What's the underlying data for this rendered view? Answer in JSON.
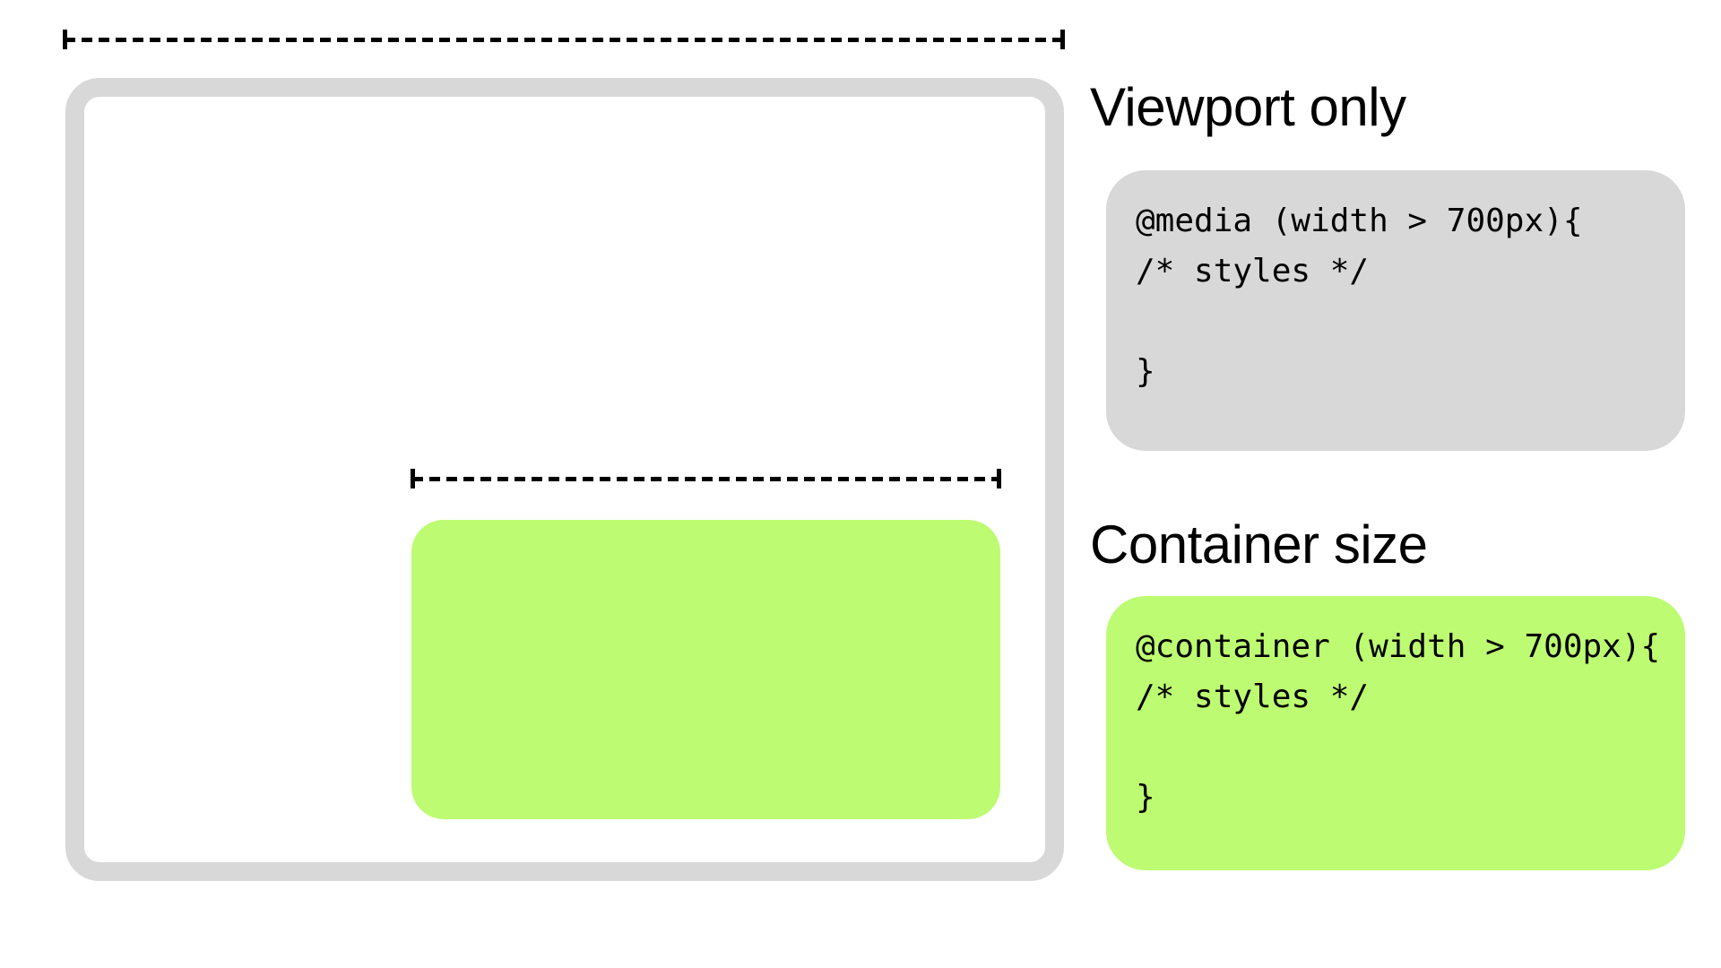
{
  "colors": {
    "background": "#ffffff",
    "gray": "#d8d8d8",
    "green": "#bdfc72",
    "text": "#000000"
  },
  "viewport_panel": {
    "heading": "Viewport only",
    "code_lines": [
      "@media (width > 700px){",
      "/* styles */",
      "",
      "}"
    ]
  },
  "container_panel": {
    "heading": "Container size",
    "code_lines": [
      "@container (width > 700px){",
      "/* styles */",
      "",
      "}"
    ]
  }
}
